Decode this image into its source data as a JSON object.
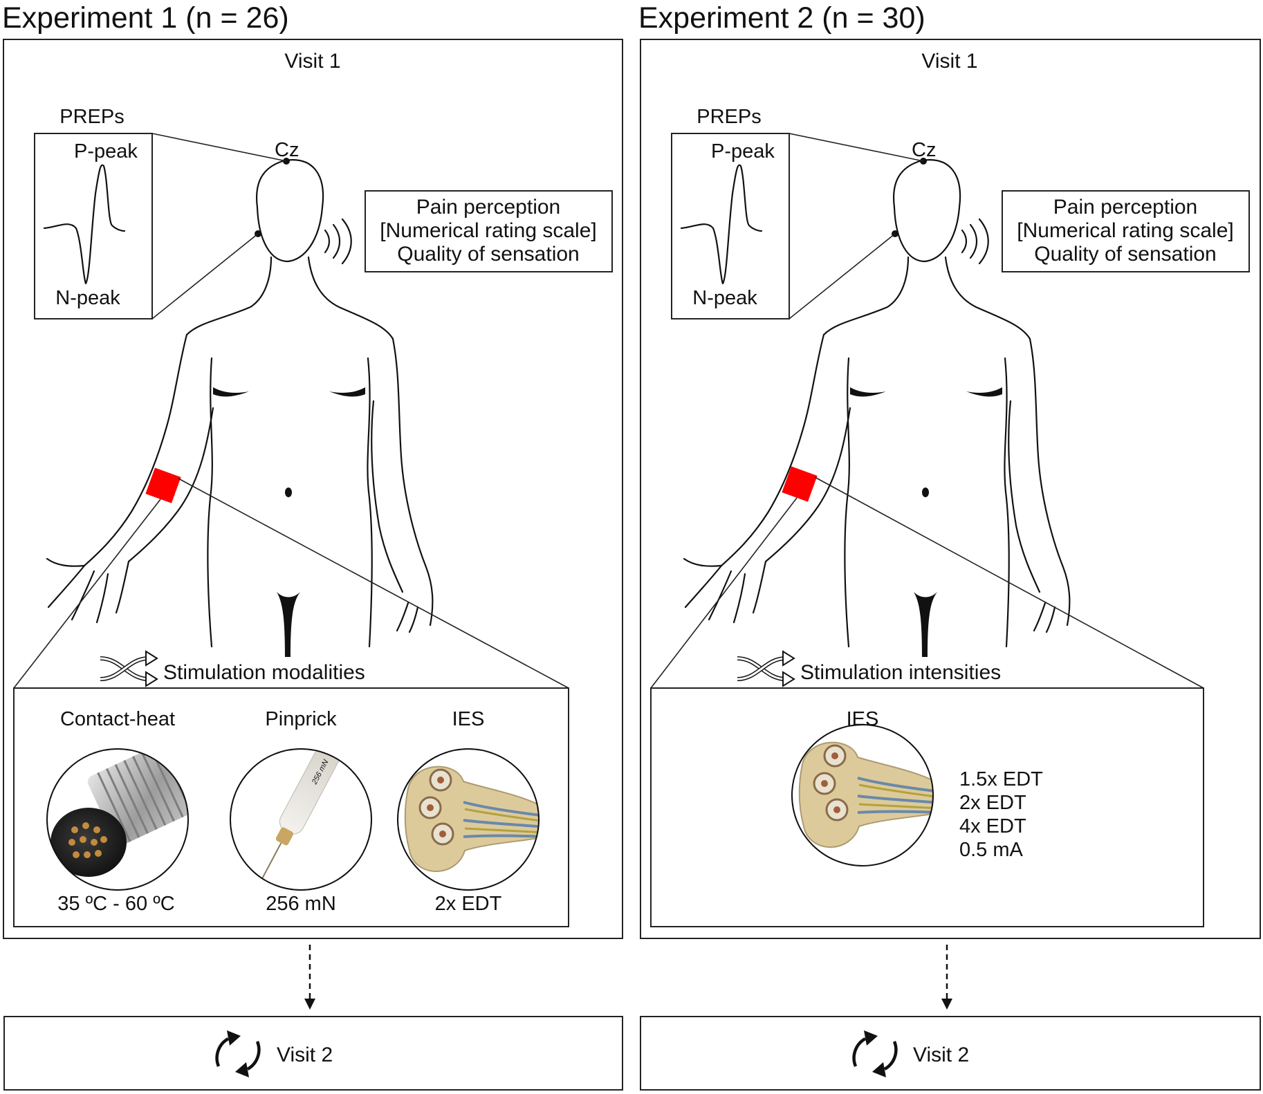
{
  "colors": {
    "stroke": "#222222",
    "stimulation_site": "#ff0000",
    "photo_metal": "#b8b8b8",
    "photo_probe_body": "#e8e6e0",
    "photo_electrode": "#c9a664"
  },
  "experiments": [
    {
      "title": "Experiment 1 (n = 26)",
      "visit1_label": "Visit 1",
      "preps": {
        "label": "PREPs",
        "p_peak": "P-peak",
        "n_peak": "N-peak"
      },
      "electrode": "Cz",
      "pain_box": [
        "Pain perception",
        "[Numerical rating scale]",
        "Quality of sensation"
      ],
      "randomize_icon": "shuffle-icon",
      "stim_title": "Stimulation modalities",
      "modalities": [
        {
          "name": "Contact-heat",
          "value": "35 ºC - 60 ºC",
          "icon": "contact-heat-probe-photo"
        },
        {
          "name": "Pinprick",
          "value": "256 mN",
          "icon": "pinprick-probe-photo",
          "engraving": "256 mN"
        },
        {
          "name": "IES",
          "value": "2x EDT",
          "icon": "ies-electrode-photo"
        }
      ],
      "visit2_label": "Visit 2",
      "repeat_icon": "repeat-cycle-icon"
    },
    {
      "title": "Experiment 2 (n = 30)",
      "visit1_label": "Visit 1",
      "preps": {
        "label": "PREPs",
        "p_peak": "P-peak",
        "n_peak": "N-peak"
      },
      "electrode": "Cz",
      "pain_box": [
        "Pain perception",
        "[Numerical rating scale]",
        "Quality of sensation"
      ],
      "randomize_icon": "shuffle-icon",
      "stim_title": "Stimulation intensities",
      "ies_label": "IES",
      "ies_icon": "ies-electrode-photo",
      "intensities": [
        "1.5x EDT",
        "2x EDT",
        "4x EDT",
        "0.5 mA"
      ],
      "visit2_label": "Visit 2",
      "repeat_icon": "repeat-cycle-icon"
    }
  ]
}
